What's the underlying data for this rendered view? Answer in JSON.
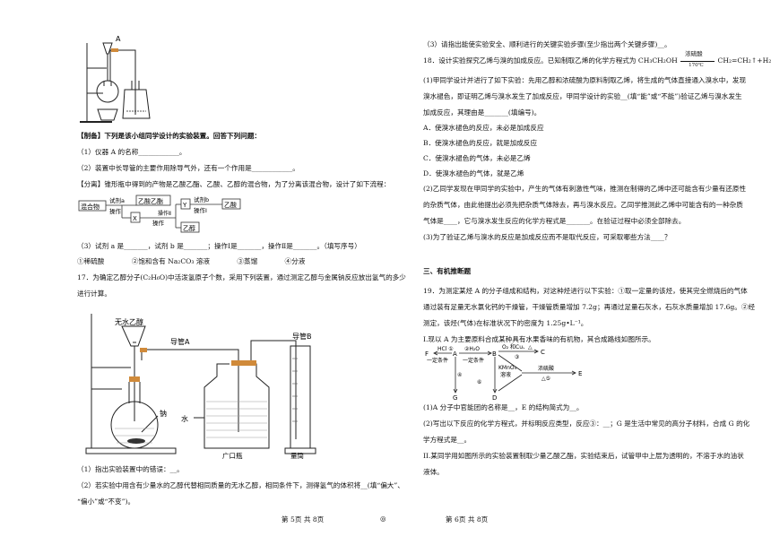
{
  "left": {
    "fig1": {
      "label_a": "A"
    },
    "prep_intro": "【制备】下列是该小组同学设计的实验装置。回答下列问题：",
    "q1": "（1）仪器 A 的名称____________。",
    "q2": "（2）装置中长导管的主要作用除导气外，还有一个作用是____________。",
    "sep_intro": "【分离】锥形瓶中得到的产物是乙酸乙酯、乙酸、乙醇的混合物，为了分离该混合物，设计了如下流程：",
    "flow": {
      "mixture": "混合物",
      "reagent_a": "试剂a",
      "op_label": "操作",
      "ethyl_acetate": "乙酸乙酯",
      "x": "X",
      "op2": "操作",
      "y": "Y",
      "reagent_b": "试剂b",
      "op_i": "操作Ⅰ",
      "acetic_acid": "乙酸",
      "op_ii": "操作Ⅱ",
      "ethanol": "乙醇"
    },
    "q3": "（3）试剂 a 是_______，试剂 b 是_______；操作Ⅰ是_______，操作Ⅱ是_______。（填写序号）",
    "q3_opts": "①稀硫酸　　　　②饱和含有 Na₂CO₃ 溶液　　　　③蒸馏　　　　④分液",
    "q17_line1": "17．为确定乙醇分子(C₂H₆O)中活泼氢原子个数，采用下列装置，通过测定乙醇与金属钠反应放出氢气的多少",
    "q17_line2": "进行计算。",
    "fig2": {
      "anhydrous_ethanol": "无水乙醇",
      "tube_a": "导管A",
      "tube_b": "导管B",
      "sodium": "钠",
      "water": "水",
      "wide_bottle": "广口瓶",
      "cylinder": "量筒"
    },
    "q17_1": "（1）指出实验装置中的错误：__。",
    "q17_2a": "（2）若实验中用含有少量水的乙醇代替相同质量的无水乙醇，相同条件下，测得氢气的体积将__(填“偏大”、",
    "q17_2b": "“偏小”或“不变”)。"
  },
  "right": {
    "r3": "（3）请指出能使实验安全、顺利进行的关键实验步骤(至少指出两个关键步骤)__。",
    "q18_a": "18．设计实验探究乙烯与溴的加成反应。已知制取乙烯的化学方程式为 CH₃CH₂OH",
    "q18_cond_top": "浓硫酸",
    "q18_cond_bottom": "170℃",
    "q18_b": "CH₂=CH₂↑+H₂O。",
    "p1": "(1)甲同学设计并进行了如下实验：先用乙醇和浓硫酸为原料制取乙烯，将生成的气体直接通入溴水中，发现",
    "p2": "溴水褪色，即证明乙烯与溴水发生了加成反应，甲同学设计的实验__(填“能”或“不能”)验证乙烯与溴水发生",
    "p3": "加成反应，其理由是_______(填编号)。",
    "optA": "A．使溴水褪色的反应，未必是加成反应",
    "optB": "B．使溴水褪色的反应，就是加成反应",
    "optC": "C．使溴水褪色的气体，未必是乙烯",
    "optD": "D．使溴水褪色的气体，就是乙烯",
    "p4": "(2)乙同学发现在甲同学的实验中，产生的气体有刺激性气味，推测在制得的乙烯中还可能含有少量有还原性",
    "p5": "的杂质气体，由此他提出必须先把杂质气体除去，再与溴水反应。乙同学推测此乙烯中可能含有的一种杂质",
    "p6": "气体是____，它与溴水发生反应的化学方程式是_______。在验证过程中必须全部除去。",
    "p7": "(3)为了验证乙烯与溴水的反应是加成反应而不是取代反应，可采取哪些方法____？",
    "section": "三、有机推断题",
    "q19_1": "19．为测定某烃 A 的分子组成和结构，对这种烃进行以下实验：①取一定量的该烃，使其完全燃烧后的气体",
    "q19_2": "通过装有足量无水氯化钙的干燥管，干燥管质量增加 7.2g；再通过足量石灰水，石灰水质量增加 17.6g。②经",
    "q19_3": "测定，该烃(气体)在标准状况下的密度为 1.25g•L⁻¹。",
    "q19_4": "I.现以 A 为主要原料合成某种具有水果香味的有机物，其合成路线如图所示。",
    "scheme": {
      "F": "F",
      "A": "A",
      "B": "B",
      "C": "C",
      "D": "D",
      "E": "E",
      "G": "G",
      "hcl": "HCl ①",
      "cond1": "一定条件",
      "h2o": "②H₂O",
      "cond2": "一定条件",
      "o2cu": "O₂ 和Cu、△",
      "c3": "③",
      "n4": "④",
      "kmno4": "KMnO₄",
      "soln": "溶液",
      "conc": "浓硫酸",
      "c5": "△⑤",
      "c6": "⑥"
    },
    "s1": "(1)A 分子中官能团的名称是__，E 的结构简式为__。",
    "s2": "(2)写出以下反应的化学方程式，并标明反应类型，反应③：__；G 是生活中常见的高分子材料，合成 G 的化",
    "s3": "学方程式是__。",
    "s4": "II.某同学用如图所示的实验装置制取少量乙酸乙酯，实验结束后，试管甲中上层为透明的，不溶于水的油状",
    "s5": "液体。"
  },
  "footer": {
    "left": "第 5页  共 8页",
    "mid": "◎",
    "right": "第 6页  共 8页"
  }
}
